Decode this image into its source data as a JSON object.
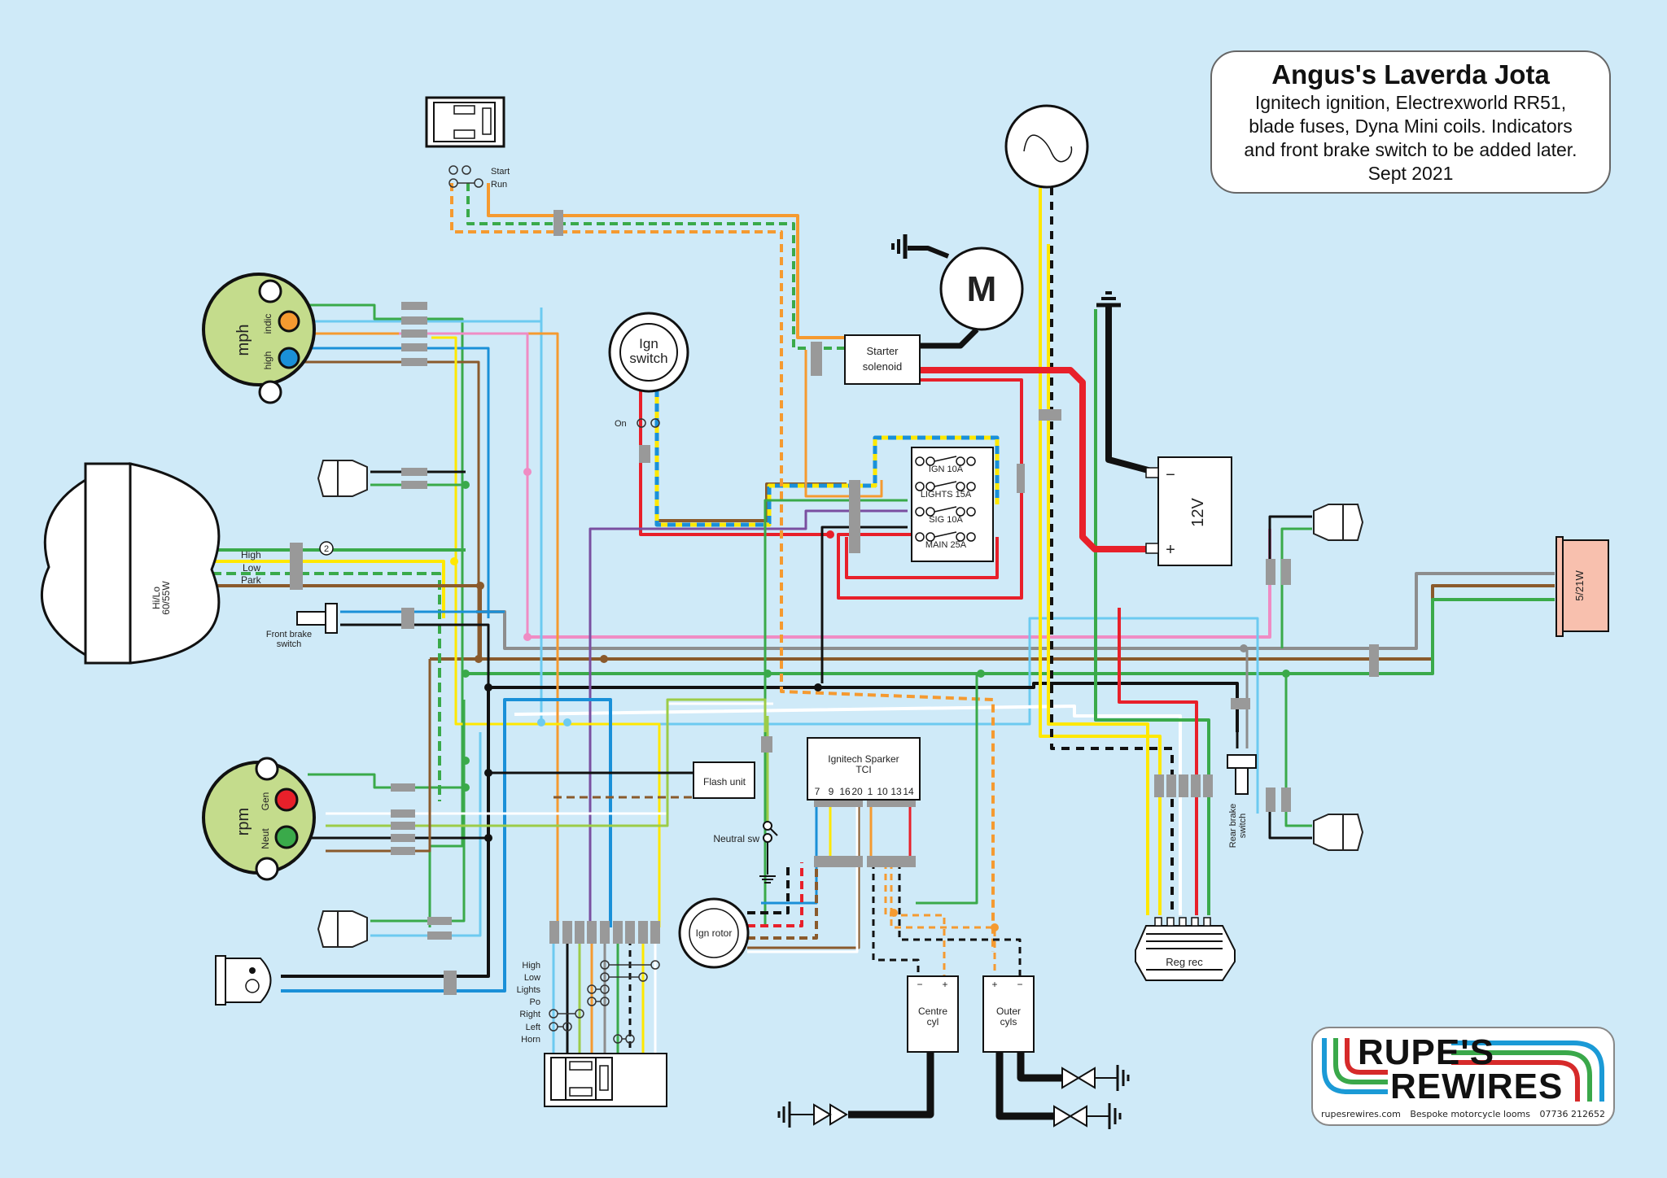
{
  "title_block": {
    "title": "Angus's Laverda Jota",
    "lines": [
      "Ignitech ignition, Electrexworld RR51,",
      "blade fuses, Dyna Mini coils. Indicators",
      "and front brake switch to be added later.",
      "Sept 2021"
    ]
  },
  "logo": {
    "word1": "RUPE'S",
    "word2": "REWIRES",
    "website": "rupesrewires.com",
    "tagline": "Bespoke motorcycle looms",
    "phone": "07736 212652",
    "stripe_colors": [
      "#1b9ad6",
      "#3aa84a",
      "#d62a2a"
    ]
  },
  "components": {
    "speedo": {
      "label": "mph",
      "lamp_indic": "indic",
      "lamp_high": "high"
    },
    "tacho": {
      "label": "rpm",
      "lamp_gen": "Gen",
      "lamp_neut": "Neut"
    },
    "headlamp": {
      "rating_line1": "Hi/Lo",
      "rating_line2": "60/55W",
      "wire_high": "High",
      "wire_low": "Low",
      "wire_park": "Park",
      "marker": "2"
    },
    "front_brake_switch": {
      "line1": "Front brake",
      "line2": "switch"
    },
    "rear_brake_switch": {
      "line1": "Rear brake",
      "line2": "switch"
    },
    "start_switch": {
      "start": "Start",
      "run": "Run"
    },
    "ign_switch": {
      "line1": "Ign",
      "line2": "switch",
      "position": "On"
    },
    "starter_motor": {
      "label": "M"
    },
    "starter_solenoid": {
      "line1": "Starter",
      "line2": "solenoid"
    },
    "fuse_box": {
      "fuses": [
        "IGN 10A",
        "LIGHTS 15A",
        "SIG 10A",
        "MAIN 25A"
      ]
    },
    "battery": {
      "label": "12V",
      "neg": "−",
      "pos": "+"
    },
    "tail_lamp": {
      "label": "5/21W"
    },
    "flash_unit": {
      "label": "Flash unit"
    },
    "neutral_switch": {
      "label": "Neutral sw"
    },
    "ignitech": {
      "line1": "Ignitech Sparker",
      "line2": "TCI",
      "pins": [
        "7",
        "9",
        "16",
        "20",
        "1",
        "10",
        "13",
        "14"
      ]
    },
    "ign_rotor": {
      "label": "Ign rotor"
    },
    "coil_centre": {
      "line1": "Centre",
      "line2": "cyl",
      "left_term": "−",
      "right_term": "+"
    },
    "coil_outer": {
      "line1": "Outer",
      "line2": "cyls",
      "left_term": "+",
      "right_term": "−"
    },
    "reg_rec": {
      "label": "Reg rec"
    },
    "left_switch": {
      "positions": [
        "High",
        "Low",
        "Lights",
        "Po",
        "Right",
        "Left",
        "Horn"
      ]
    }
  },
  "wire_colors": {
    "red": "#e8202a",
    "black": "#111111",
    "green": "#3aaa4a",
    "yellow": "#ffe800",
    "blue": "#1a90d8",
    "lightblue": "#6ccaf0",
    "brown": "#8a5a2c",
    "orange": "#f59a30",
    "pink": "#ef8cc4",
    "purple": "#7a4fa0",
    "grey": "#8d8d8d",
    "white": "#ffffff",
    "lightgreen": "#9ccc48",
    "connector": "#999999",
    "lamp_body": "#c4dc8c"
  }
}
